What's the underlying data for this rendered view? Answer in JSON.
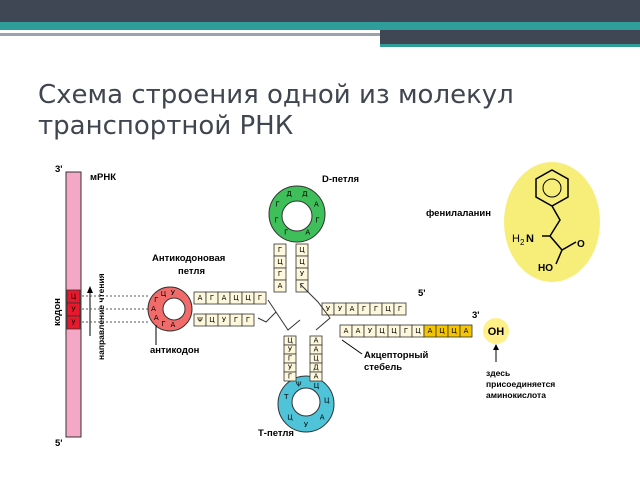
{
  "slide": {
    "title_line1": "Схема строения  одной из молекул",
    "title_line2": "транспортной РНК"
  },
  "diagram": {
    "labels": {
      "mrna": "мРНК",
      "three_prime_top": "3'",
      "five_prime_bottom": "5'",
      "codon": "кодон",
      "reading_direction": "направление чтения",
      "d_loop": "D-петля",
      "anticodon_loop": "Антикодоновая петля",
      "anticodon_loop_line1": "Антикодоновая",
      "anticodon_loop_line2": "петля",
      "anticodon": "антикодон",
      "t_loop": "Т-петля",
      "acceptor_stem_line1": "Акцепторный",
      "acceptor_stem_line2": "стебель",
      "five_prime_right": "5'",
      "three_prime_right": "3'",
      "oh": "ОН",
      "attach_line1": "здесь",
      "attach_line2": "присоединяется",
      "attach_line3": "аминокислота",
      "phenylalanine": "фенилаланин",
      "h2n": "H",
      "h2n_sub": "2",
      "h2n_n": "N",
      "oxygen": "O",
      "ho": "HO"
    },
    "codon_letters": [
      "Ц",
      "У",
      "У"
    ],
    "anticodon_loop_letters": [
      "У",
      "Ц",
      "Г",
      "А",
      "А",
      "Г",
      "А"
    ],
    "anticodon_stem_top": [
      "А",
      "Г",
      "А",
      "Ц",
      "Ц",
      "Г"
    ],
    "anticodon_stem_bottom": [
      "Ψ",
      "Ц",
      "У",
      "Г",
      "Г"
    ],
    "d_loop_letters": [
      "Г",
      "Г",
      "Г",
      "Д",
      "Д",
      "А",
      "Г",
      "А"
    ],
    "d_stem_left": [
      "Г",
      "Ц",
      "Г",
      "А"
    ],
    "d_stem_right": [
      "Ц",
      "Ц",
      "У",
      "Г"
    ],
    "acceptor_top": [
      "У",
      "У",
      "А",
      "Г",
      "Г",
      "Ц",
      "Г"
    ],
    "acceptor_bottom": [
      "А",
      "А",
      "У",
      "Ц",
      "Ц",
      "Г",
      "Ц"
    ],
    "acceptor_tail": [
      "А",
      "Ц",
      "Ц",
      "А"
    ],
    "t_stem_left": [
      "Ц",
      "У",
      "Г",
      "У",
      "Г"
    ],
    "t_stem_right": [
      "А",
      "А",
      "Ц",
      "Д",
      "А"
    ],
    "t_loop_letters": [
      "Т",
      "Ψ",
      "Ц",
      "Ц",
      "А",
      "У",
      "Ц"
    ],
    "colors": {
      "mrna_bar": "#f4a8c6",
      "codon": "#e8192c",
      "anticodon_loop": "#f26b6b",
      "d_loop": "#3fbf5a",
      "t_loop": "#4fc3d8",
      "stem_fill": "#fdf7dc",
      "tail_fill": "#f5c400",
      "phenyl_circle": "#f7ee7a",
      "oh_circle": "#fff08a"
    }
  }
}
